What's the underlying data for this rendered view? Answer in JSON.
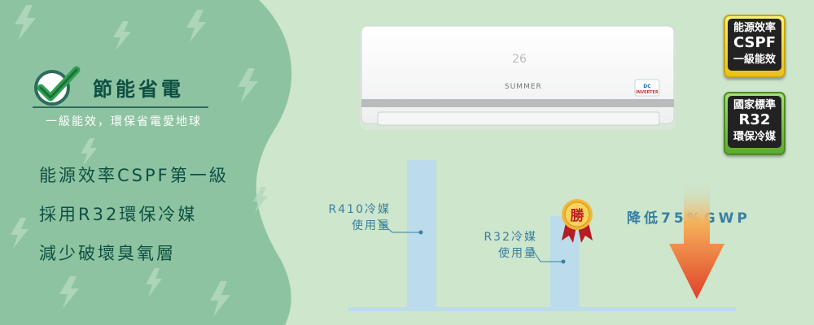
{
  "logo": {
    "title": "節能省電",
    "subtitle": "一級能效，環保省電愛地球"
  },
  "features": [
    "能源效率CSPF第一級",
    "採用R32環保冷媒",
    "減少破壞臭氧層"
  ],
  "ac_unit": {
    "brand": "SUMMER",
    "display": "26",
    "badge_lines": [
      "DC",
      "INVERTER"
    ]
  },
  "badges": {
    "cspf": {
      "lines": [
        "能源效率",
        "CSPF",
        "一級能效"
      ]
    },
    "r32": {
      "lines": [
        "國家標準",
        "R32",
        "環保冷媒"
      ]
    }
  },
  "comparison": {
    "r410_label": [
      "R410冷媒",
      "使用量"
    ],
    "r32_label": [
      "R32冷媒",
      "使用量"
    ],
    "winner_mark": "勝",
    "gwp_text": "降低75%GWP"
  },
  "colors": {
    "background": "#cde6cc",
    "panel": "#8ec3a1",
    "text_dark": "#0e4f43",
    "bar": "#bcdcec",
    "arrow_top": "#f5b25a",
    "arrow_bottom": "#e0402a"
  }
}
